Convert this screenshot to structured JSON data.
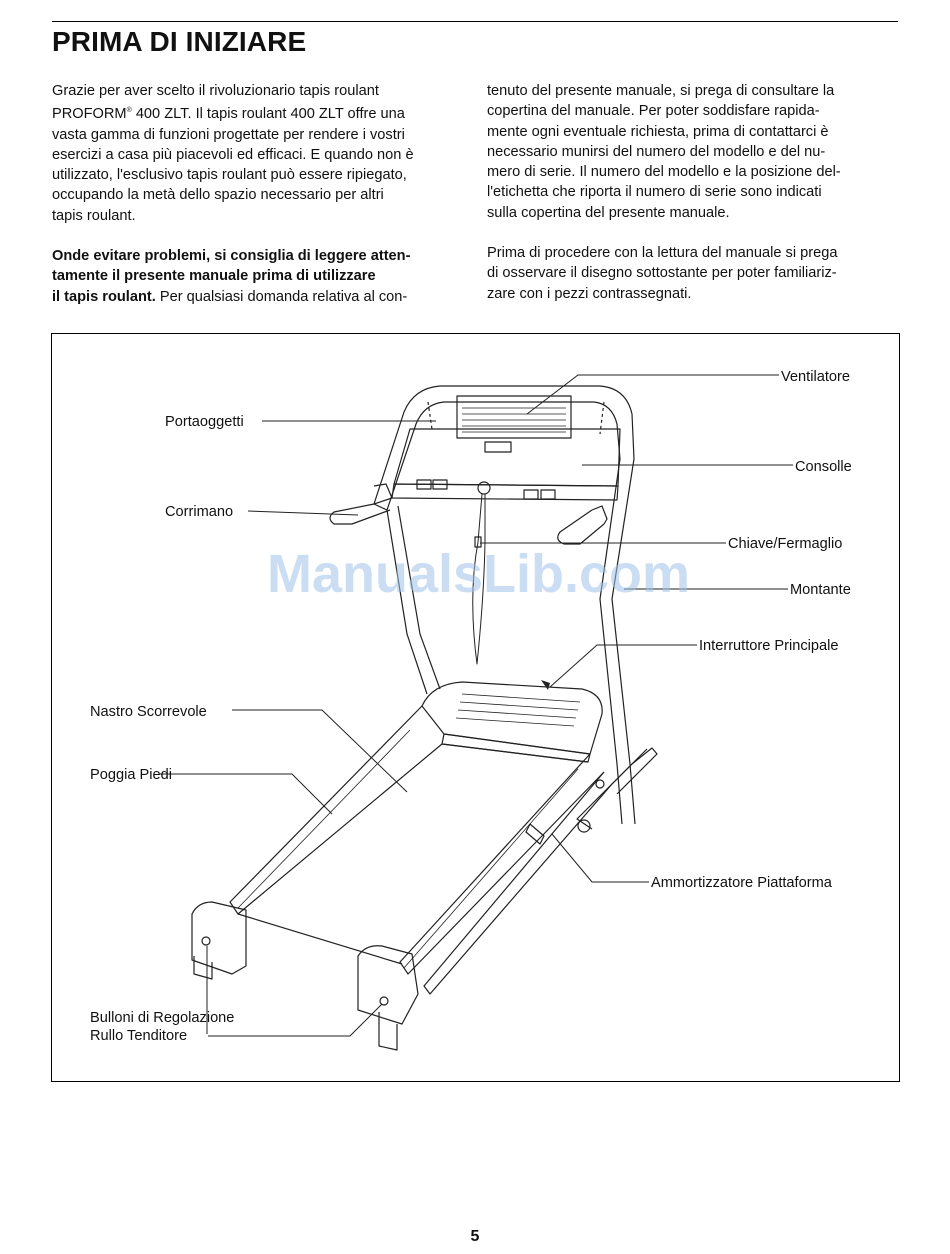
{
  "header": {
    "title": "PRIMA DI INIZIARE"
  },
  "intro": {
    "p1": {
      "l1": "Grazie per aver scelto il rivoluzionario tapis roulant",
      "l2_brand": "PROFORM",
      "l2_reg": "®",
      "l2_rest": " 400 ZLT. Il tapis roulant 400 ZLT offre una",
      "l3": "vasta gamma di funzioni progettate per rendere i vostri",
      "l4": "esercizi a casa più piacevoli ed efficaci. E quando non è",
      "l5": "utilizzato, l'esclusivo tapis roulant può essere ripiegato,",
      "l6": "occupando la metà dello spazio necessario per altri",
      "l7": "tapis roulant."
    },
    "p2": {
      "b1": "Onde evitare problemi, si consiglia di leggere atten-",
      "b2": "tamente il presente manuale prima di utilizzare",
      "b3": "il tapis roulant.",
      "r3": " Per qualsiasi domanda relativa al con-"
    },
    "p3": {
      "l1": "tenuto del presente manuale, si prega di consultare la",
      "l2": "copertina del manuale. Per poter soddisfare rapida-",
      "l3": "mente ogni eventuale richiesta, prima di contattarci è",
      "l4": "necessario munirsi del numero del modello e del nu-",
      "l5": "mero di serie. Il numero del modello e la posizione del-",
      "l6": "l'etichetta che riporta il numero di serie sono indicati",
      "l7": "sulla copertina del presente manuale."
    },
    "p4": {
      "l1": "Prima di procedere con la lettura del manuale si prega",
      "l2": "di osservare il disegno sottostante per poter familiariz-",
      "l3": "zare con i pezzi contrassegnati."
    }
  },
  "figure": {
    "labels": {
      "ventilatore": "Ventilatore",
      "portaoggetti": "Portaoggetti",
      "consolle": "Consolle",
      "corrimano": "Corrimano",
      "chiave": "Chiave/Fermaglio",
      "montante": "Montante",
      "interruttore": "Interruttore Principale",
      "nastro": "Nastro Scorrevole",
      "poggia": "Poggia Piedi",
      "ammortizzatore": "Ammortizzatore Piattaforma",
      "bulloni_1": "Bulloni di Regolazione",
      "bulloni_2": "Rullo Tenditore"
    },
    "watermark": "ManualsLib.com"
  },
  "footer": {
    "page_number": "5"
  }
}
